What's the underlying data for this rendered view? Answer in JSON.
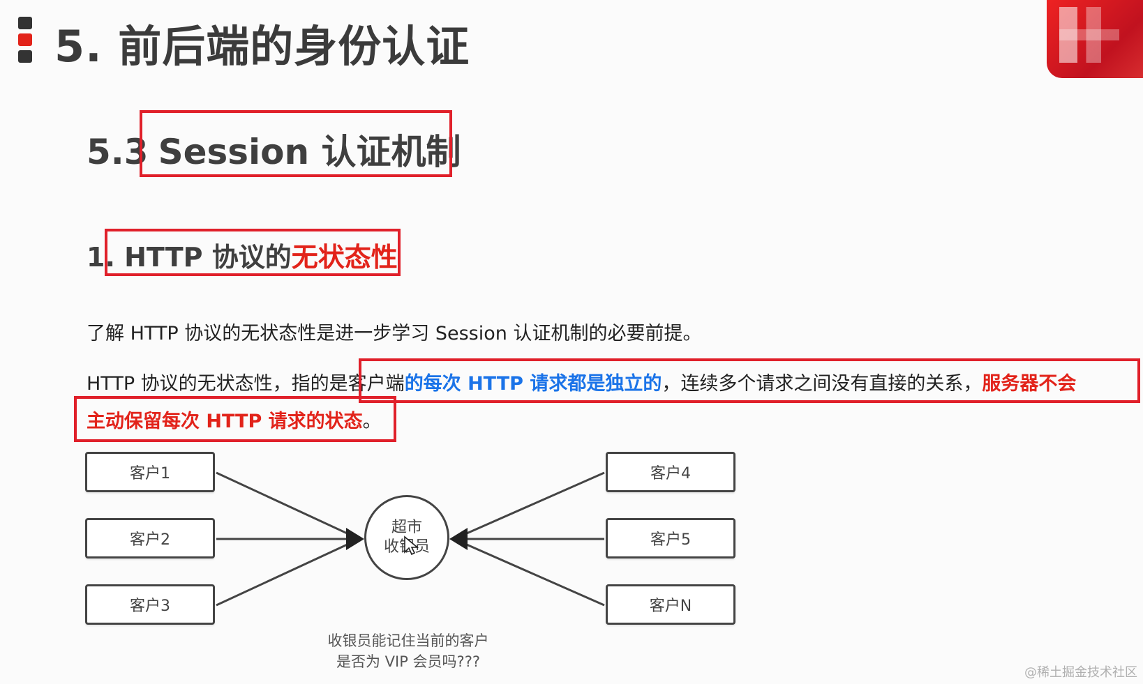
{
  "slide": {
    "title": "5. 前后端的身份认证"
  },
  "subheading": {
    "number": "5.3",
    "text": "Session 认证机制"
  },
  "section": {
    "prefix": "1.",
    "text_normal": " HTTP 协议的",
    "text_red": "无状态性"
  },
  "paragraphs": {
    "intro": "了解 HTTP 协议的无状态性是进一步学习 Session 认证机制的必要前提。",
    "line1_part1": "HTTP 协议的无状态性，指的是客户端",
    "line1_blue": "的每次 HTTP 请求都是独立的",
    "line1_part2": "，连续多个请求之间没有直接的关系，",
    "line1_red": "服务器不会",
    "line2_red": "主动保留每次 HTTP 请求的状态",
    "line2_end": "。"
  },
  "diagram": {
    "clients_left": [
      "客户1",
      "客户2",
      "客户3"
    ],
    "clients_right": [
      "客户4",
      "客户5",
      "客户N"
    ],
    "center_line1": "超市",
    "center_line2": "收银员",
    "caption_line1": "收银员能记住当前的客户",
    "caption_line2": "是否为 VIP 会员吗???"
  },
  "watermark": "@稀土掘金技术社区",
  "colors": {
    "accent_red": "#e2231a",
    "accent_blue": "#1a73e8",
    "annotation_red": "#e0202a"
  }
}
